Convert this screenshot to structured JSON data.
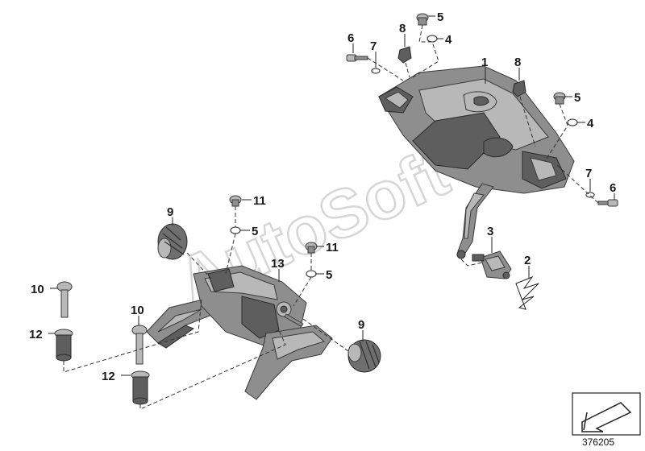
{
  "callouts": {
    "c1": "1",
    "c2": "2",
    "c3": "3",
    "c4a": "4",
    "c4b": "4",
    "c5a": "5",
    "c5b": "5",
    "c5c": "5",
    "c5d": "5",
    "c6a": "6",
    "c6b": "6",
    "c7a": "7",
    "c7b": "7",
    "c8a": "8",
    "c8b": "8",
    "c9a": "9",
    "c9b": "9",
    "c10a": "10",
    "c10b": "10",
    "c11a": "11",
    "c11b": "11",
    "c12a": "12",
    "c12b": "12",
    "c13": "13"
  },
  "watermark": "AutoSoft",
  "diagram_number": "376205",
  "corner_icon": "arrow-down-left-icon"
}
